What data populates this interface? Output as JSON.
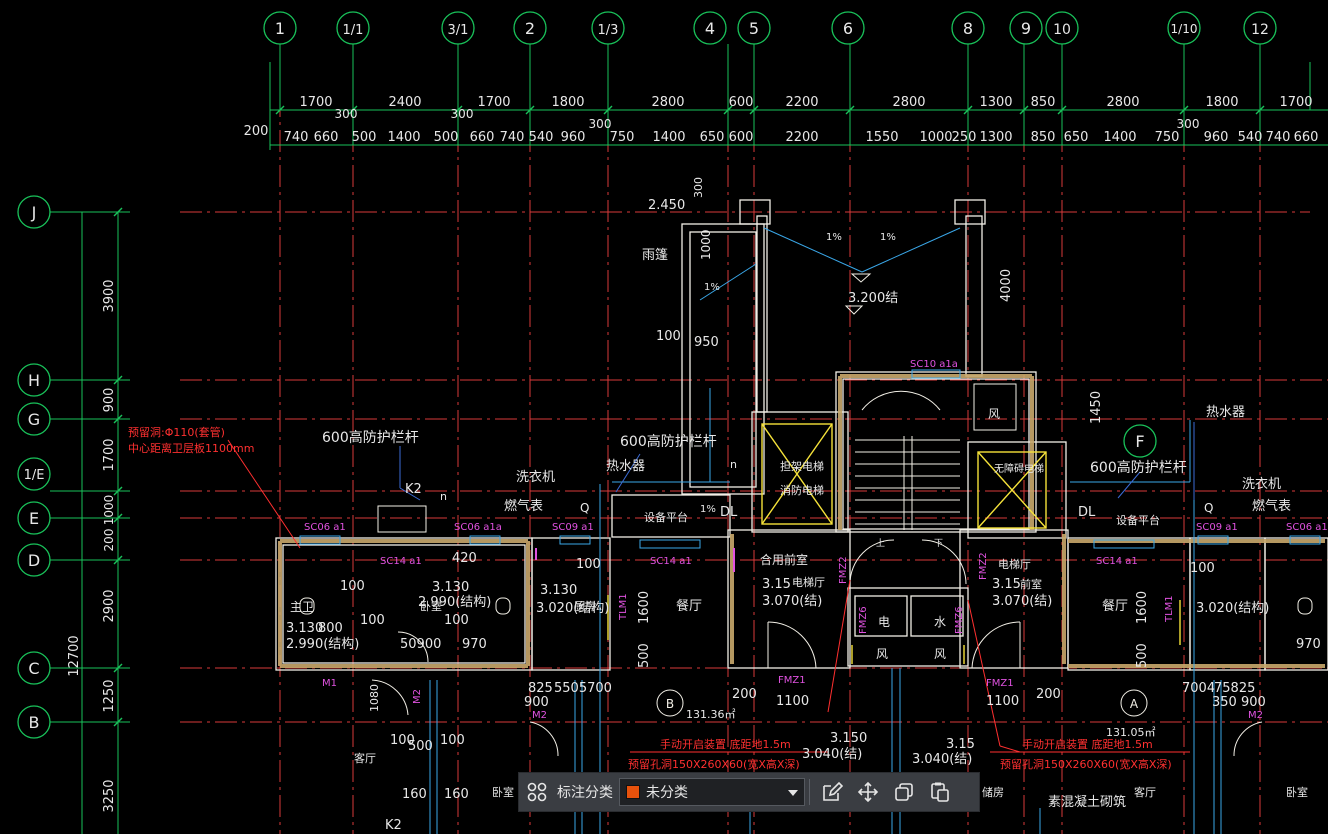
{
  "axes": {
    "top": [
      "1",
      "1/1",
      "3/1",
      "2",
      "1/3",
      "4",
      "5",
      "6",
      "8",
      "9",
      "10",
      "1/10",
      "12"
    ],
    "left": [
      "J",
      "H",
      "G",
      "1/E",
      "E",
      "D",
      "C",
      "B"
    ],
    "inner": [
      "F",
      "B",
      "A"
    ]
  },
  "dims": {
    "row1": [
      "1700",
      "2400",
      "1700",
      "1800",
      "2800",
      "600",
      "2200",
      "2800",
      "1300",
      "850",
      "2800",
      "1800",
      "1700"
    ],
    "row1b": [
      "300",
      "300",
      "300",
      "300"
    ],
    "row2": [
      "200",
      "740",
      "660",
      "500",
      "1400",
      "500",
      "660",
      "740",
      "540",
      "960",
      "750",
      "1400",
      "650",
      "600",
      "2200",
      "1550",
      "1000",
      "250",
      "1300",
      "850",
      "650",
      "1400",
      "750",
      "960",
      "540",
      "740",
      "660"
    ],
    "left": [
      "3900",
      "900",
      "1700",
      "1000",
      "200",
      "2900",
      "12700",
      "1250",
      "3250"
    ]
  },
  "plan_labels": {
    "t_2450": "2.450",
    "t_300": "300",
    "t_1000": "1000",
    "t_4000": "4000",
    "t_yupeng": "雨篷",
    "t_pct1": "1%",
    "t_pct2": "1%",
    "t_pct3": "1%",
    "t_pct4": "1%",
    "t_3200": "3.200结",
    "t_100a": "100",
    "t_950": "950",
    "t_sc10": "SC10 a1a",
    "t_1450": "1450",
    "t_feng": "风",
    "t_guard1": "600高防护栏杆",
    "t_guard2": "600高防护栏杆",
    "t_guard3": "600高防护栏杆",
    "t_heater1": "热水器",
    "t_heater2": "热水器",
    "t_washer1": "洗衣机",
    "t_washer2": "洗衣机",
    "t_gas1": "燃气表",
    "t_gas2": "燃气表",
    "t_k2a": "K2",
    "t_k2b": "K2",
    "t_na": "n",
    "t_nb": "n",
    "t_q1": "Q",
    "t_q2": "Q",
    "t_plat1": "设备平台",
    "t_plat2": "设备平台",
    "t_dl1": "DL",
    "t_dl2": "DL",
    "t_elev1": "担架电梯",
    "t_elev1b": "消防电梯",
    "t_elev2": "无障碍电梯",
    "t_sc06a": "SC06 a1",
    "t_sc06b": "SC06 a1a",
    "t_sc09a": "SC09 a1",
    "t_sc09b": "SC09 a1",
    "t_sc06c": "SC06 a1",
    "t_sc14a": "SC14 a1",
    "t_sc14b": "SC14 a1",
    "t_sc14c": "SC14 a1",
    "t_420": "420",
    "t_3130a": "3.130",
    "t_2990a": "2.990(结构)",
    "t_woshi": "卧室",
    "t_3130b": "3.130",
    "t_3020": "3.020(结构)",
    "t_chufang": "厨房",
    "t_100b": "100",
    "t_3130c": "3.130",
    "t_800": "800",
    "t_2990b": "2.990(结构)",
    "t_zhuwei": "主卫",
    "t_100c": "100",
    "t_100d": "100",
    "t_100e": "100",
    "t_50900": "50900",
    "t_970a": "970",
    "t_1600a": "1600",
    "t_500a": "500",
    "t_canting1": "餐厅",
    "t_canting2": "餐厅",
    "t_heyong": "合用前室",
    "t_3150a": "3.15",
    "t_3070a": "3.070(结)",
    "t_dianti1": "电梯厅",
    "t_3150b": "3.15",
    "t_3070b": "3.070(结)",
    "t_dianti2": "电梯厅",
    "t_qianshi": "前室",
    "t_dian": "电",
    "t_shui": "水",
    "t_feng2": "风",
    "t_feng3": "风",
    "t_fmz1": "FMZ1",
    "t_fmz2": "FMZ1",
    "t_fmz3": "FMZ2",
    "t_fmz4": "FMZ2",
    "t_fmz5": "FMZ6",
    "t_fmz6": "FMZ6",
    "t_shang": "上",
    "t_xia": "下",
    "t_200a": "200",
    "t_1100a": "1100",
    "t_200b": "200",
    "t_1100b": "1100",
    "t_131a": "131.36㎡",
    "t_131b": "131.05㎡",
    "t_3150c": "3.150",
    "t_3040a": "3.040(结)",
    "t_3150d": "3.15",
    "t_3040b": "3.040(结)",
    "t_red1": "手动开启装置 底距地1.5m",
    "t_red2": "预留孔洞150X260X60(宽X高X深)",
    "t_red3": "手动开启装置 底距地1.5m",
    "t_red4": "预留孔洞150X260X60(宽X高X深)",
    "t_red5": "预留洞:Φ110(套管)",
    "t_red6": "中心距离卫层板1100mm",
    "t_825": "825",
    "t_5505700": "5505700",
    "t_900a": "900",
    "t_m2a": "M2",
    "t_7004": "7004",
    "t_75825": "75825",
    "t_350900": "350 900",
    "t_m2b": "M2",
    "t_100f": "100",
    "t_500b": "500",
    "t_100g": "100",
    "t_1080": "1080",
    "t_160a": "160",
    "t_160b": "160",
    "t_keting": "客厅",
    "t_woshi2": "卧室",
    "t_concrete": "素混凝土砌筑",
    "t_storage": "储房",
    "t_woshi3": "卧室",
    "t_m1": "M1",
    "t_m2c": "M2",
    "t_3020b": "3.020(结构)",
    "t_1600b": "1600",
    "t_500c": "500",
    "t_970b": "970",
    "t_100h": "100",
    "t_ltl1": "TLM1",
    "t_ltl2": "TLM1"
  },
  "toolbar": {
    "label": "标注分类",
    "selected": "未分类",
    "swatch_color": "#e8520c",
    "icons": [
      "grid-icon",
      "edit-icon",
      "move-icon",
      "copy-icon",
      "paste-icon"
    ]
  },
  "colors": {
    "axis_line": "#d83a3a",
    "dim_line": "#19c25a",
    "wall": "#f2efe6",
    "wall_fill": "#c9a86b",
    "cyan": "#3aa7e8",
    "magenta": "#e052e0",
    "red_text": "#ff3030",
    "yellow": "#f5e23a",
    "toolbar_bg": "#3a3d42"
  }
}
